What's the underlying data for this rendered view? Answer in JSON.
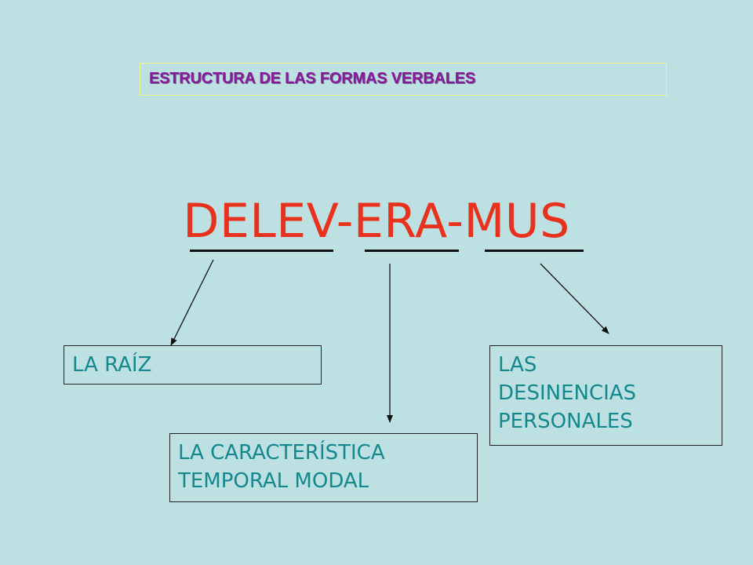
{
  "colors": {
    "background": "#bde0e3",
    "title": "#8a1a9c",
    "word": "#e8321e",
    "box_text": "#14888c"
  },
  "title": "ESTRUCTURA DE LAS FORMAS VERBALES",
  "word": "DELEV-ERA-MUS",
  "boxes": {
    "root": "LA RAÍZ",
    "characteristic": "LA CARACTERÍSTICA\nTEMPORAL MODAL",
    "endings": "LAS\nDESINENCIAS\nPERSONALES"
  }
}
